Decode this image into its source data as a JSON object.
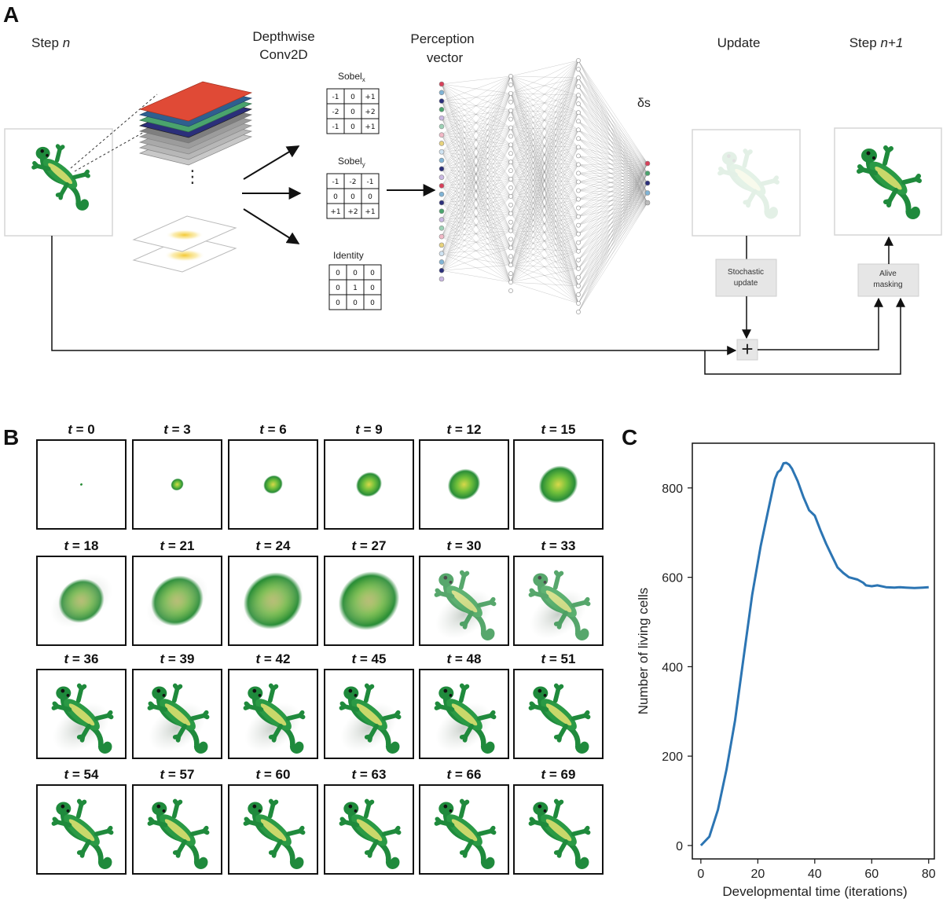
{
  "panel_a": {
    "letter": "A",
    "step_n_label": "Step",
    "step_n_var": "n",
    "conv_label_line1": "Depthwise",
    "conv_label_line2": "Conv2D",
    "dots": "⋮",
    "perception_line1": "Perception",
    "perception_line2": "vector",
    "delta_s": "δs",
    "update_label": "Update",
    "step_n1_label": "Step",
    "step_n1_var": "n+1",
    "stochastic_line1": "Stochastic",
    "stochastic_line2": "update",
    "alive_line1": "Alive",
    "alive_line2": "masking",
    "plus": "+",
    "sobel_x": {
      "name": "Sobel",
      "sub": "x",
      "cells": [
        "-1",
        "0",
        "+1",
        "-2",
        "0",
        "+2",
        "-1",
        "0",
        "+1"
      ]
    },
    "sobel_y": {
      "name": "Sobel",
      "sub": "y",
      "cells": [
        "-1",
        "-2",
        "-1",
        "0",
        "0",
        "0",
        "+1",
        "+2",
        "+1"
      ]
    },
    "identity": {
      "name": "Identity",
      "cells": [
        "0",
        "0",
        "0",
        "0",
        "1",
        "0",
        "0",
        "0",
        "0"
      ]
    },
    "colors": {
      "lizard_dark": "#1f8a3c",
      "lizard_light": "#7cc04a",
      "lizard_core": "#c9d86a",
      "arrow": "#111111",
      "box_gray": "#e6e6e6"
    }
  },
  "panel_b": {
    "letter": "B",
    "frames": [
      "0",
      "3",
      "6",
      "9",
      "12",
      "15",
      "18",
      "21",
      "24",
      "27",
      "30",
      "33",
      "36",
      "39",
      "42",
      "45",
      "48",
      "51",
      "54",
      "57",
      "60",
      "63",
      "66",
      "69"
    ],
    "t_prefix": "t",
    "eq": "="
  },
  "panel_c": {
    "letter": "C"
  },
  "chart_data": {
    "type": "line",
    "title": "",
    "xlabel": "Developmental time (iterations)",
    "ylabel": "Number of living cells",
    "xlim": [
      -3,
      82
    ],
    "ylim": [
      -30,
      900
    ],
    "xticks": [
      0,
      20,
      40,
      60,
      80
    ],
    "yticks": [
      0,
      200,
      400,
      600,
      800
    ],
    "grid": false,
    "color": "#2c75b3",
    "series": [
      {
        "values": [
          [
            0,
            0
          ],
          [
            3,
            20
          ],
          [
            6,
            80
          ],
          [
            9,
            170
          ],
          [
            12,
            280
          ],
          [
            15,
            420
          ],
          [
            18,
            560
          ],
          [
            21,
            670
          ],
          [
            24,
            760
          ],
          [
            26,
            820
          ],
          [
            27,
            835
          ],
          [
            28,
            840
          ],
          [
            29,
            855
          ],
          [
            30,
            856
          ],
          [
            31,
            852
          ],
          [
            32,
            843
          ],
          [
            34,
            815
          ],
          [
            36,
            780
          ],
          [
            38,
            750
          ],
          [
            40,
            738
          ],
          [
            42,
            705
          ],
          [
            44,
            675
          ],
          [
            46,
            648
          ],
          [
            48,
            622
          ],
          [
            50,
            610
          ],
          [
            52,
            600
          ],
          [
            55,
            595
          ],
          [
            57,
            588
          ],
          [
            58,
            582
          ],
          [
            60,
            580
          ],
          [
            62,
            582
          ],
          [
            65,
            578
          ],
          [
            68,
            577
          ],
          [
            70,
            578
          ],
          [
            72,
            577
          ],
          [
            75,
            576
          ],
          [
            78,
            577
          ],
          [
            80,
            578
          ]
        ]
      }
    ]
  }
}
